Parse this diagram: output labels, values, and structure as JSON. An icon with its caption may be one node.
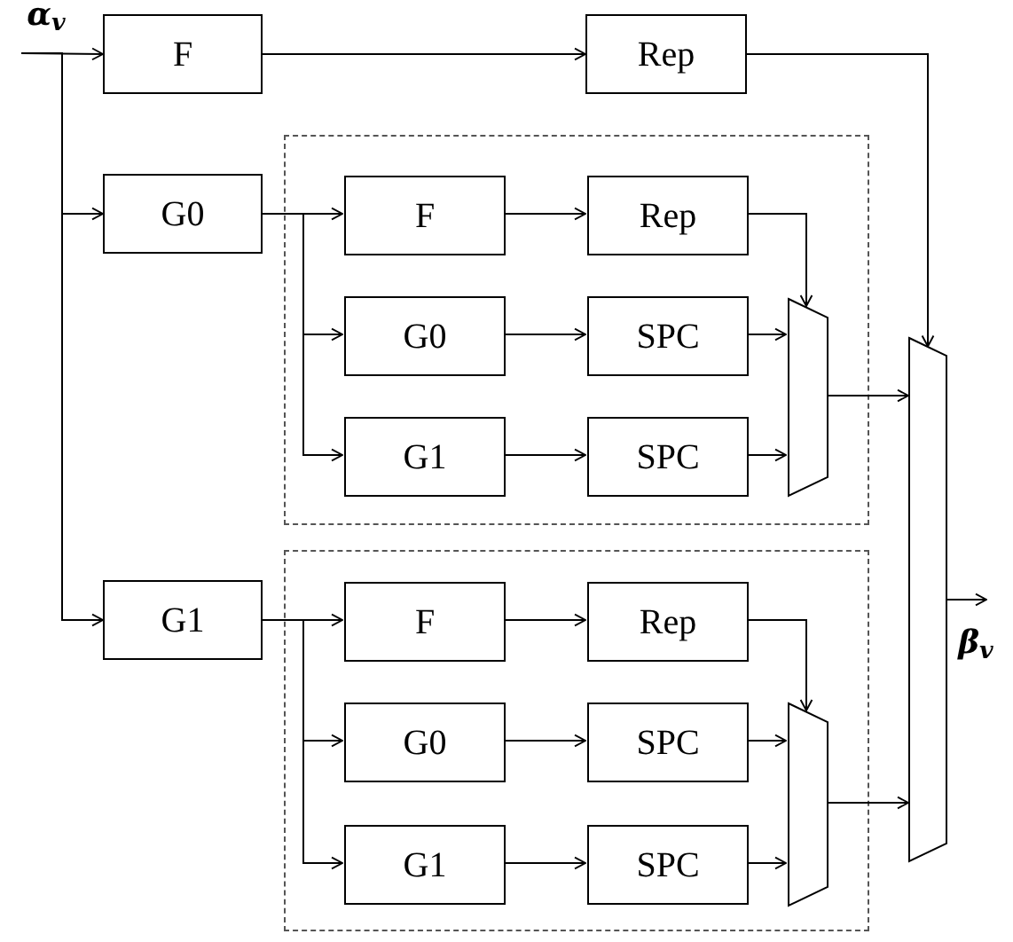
{
  "diagram": {
    "nodes": [
      {
        "text": [
          "α$_{v}$"
        ]
      },
      {
        "text": [
          "F"
        ]
      },
      {
        "text": [
          "Rep"
        ]
      },
      {
        "text": [
          "G0"
        ]
      },
      {
        "text": [],
        "shape": "box"
      },
      {
        "text": [
          "F"
        ],
        "in": 4
      },
      {
        "text": [
          "Rep"
        ],
        "in": 4
      },
      {
        "text": [
          "G0"
        ],
        "in": 4
      },
      {
        "text": [
          "SPC"
        ],
        "in": 4
      },
      {
        "text": [
          "G1"
        ],
        "in": 4
      },
      {
        "text": [
          "SPC"
        ],
        "in": 4
      },
      {
        "text": [],
        "shape": "trapezoid",
        "in": 4
      },
      {
        "text": [
          "G1"
        ]
      },
      {
        "text": [],
        "shape": "box"
      },
      {
        "text": [
          "F"
        ],
        "in": 13
      },
      {
        "text": [
          "Rep"
        ],
        "in": 13
      },
      {
        "text": [
          "G0"
        ],
        "in": 13
      },
      {
        "text": [
          "SPC"
        ],
        "in": 13
      },
      {
        "text": [
          "G1"
        ],
        "in": 13
      },
      {
        "text": [
          "SPC"
        ],
        "in": 13
      },
      {
        "text": [],
        "shape": "trapezoid",
        "in": 13
      },
      {
        "text": [],
        "shape": "trapezoid"
      },
      {
        "text": [
          "β$_{v}$"
        ]
      }
    ],
    "edges": [
      {
        "from": 0,
        "to": 1,
        "arrow": "to"
      },
      {
        "from": 0,
        "to": 3,
        "arrow": "to"
      },
      {
        "from": 0,
        "to": 12,
        "arrow": "to"
      },
      {
        "from": 1,
        "to": 2,
        "arrow": "to"
      },
      {
        "from": 2,
        "to": 21,
        "arrow": "to"
      },
      {
        "from": 3,
        "to": 5,
        "arrow": "to"
      },
      {
        "from": 3,
        "to": 7,
        "arrow": "to"
      },
      {
        "from": 3,
        "to": 9,
        "arrow": "to"
      },
      {
        "from": 5,
        "to": 6,
        "arrow": "to"
      },
      {
        "from": 7,
        "to": 8,
        "arrow": "to"
      },
      {
        "from": 9,
        "to": 10,
        "arrow": "to"
      },
      {
        "from": 6,
        "to": 11,
        "arrow": "to"
      },
      {
        "from": 8,
        "to": 11,
        "arrow": "to"
      },
      {
        "from": 10,
        "to": 11,
        "arrow": "to"
      },
      {
        "from": 11,
        "to": 21,
        "arrow": "to"
      },
      {
        "from": 12,
        "to": 14,
        "arrow": "to"
      },
      {
        "from": 12,
        "to": 16,
        "arrow": "to"
      },
      {
        "from": 12,
        "to": 18,
        "arrow": "to"
      },
      {
        "from": 14,
        "to": 15,
        "arrow": "to"
      },
      {
        "from": 16,
        "to": 17,
        "arrow": "to"
      },
      {
        "from": 18,
        "to": 19,
        "arrow": "to"
      },
      {
        "from": 15,
        "to": 20,
        "arrow": "to"
      },
      {
        "from": 17,
        "to": 20,
        "arrow": "to"
      },
      {
        "from": 19,
        "to": 20,
        "arrow": "to"
      },
      {
        "from": 20,
        "to": 21,
        "arrow": "to"
      },
      {
        "from": 21,
        "to": 22,
        "arrow": "to"
      }
    ]
  }
}
